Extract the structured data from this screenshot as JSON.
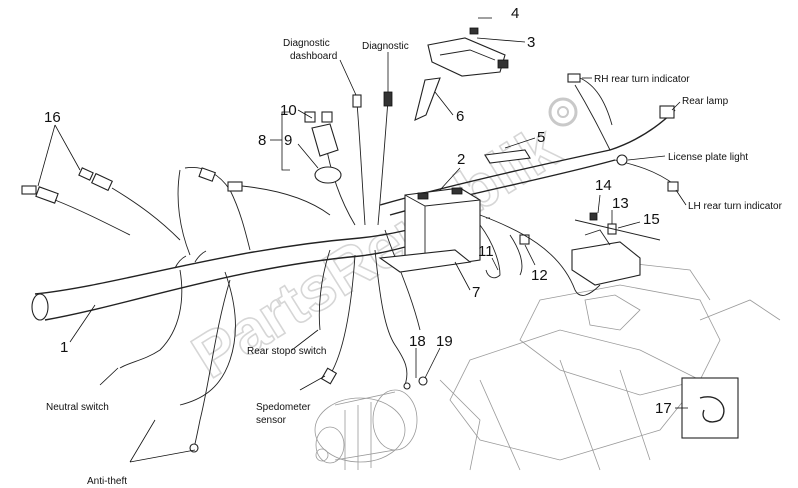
{
  "callouts": {
    "n1": "1",
    "n2": "2",
    "n3": "3",
    "n4": "4",
    "n5": "5",
    "n6": "6",
    "n7": "7",
    "n8": "8",
    "n9": "9",
    "n10": "10",
    "n11": "11",
    "n12": "12",
    "n13": "13",
    "n14": "14",
    "n15": "15",
    "n16": "16",
    "n17": "17",
    "n18": "18",
    "n19": "19"
  },
  "labels": {
    "diag_dash_1": "Diagnostic",
    "diag_dash_2": "dashboard",
    "diagnostic": "Diagnostic",
    "rh_turn": "RH rear turn indicator",
    "rear_lamp": "Rear lamp",
    "license": "License plate light",
    "lh_turn": "LH rear turn indicator",
    "rear_stop": "Rear stopo switch",
    "neutral": "Neutral switch",
    "speedo_1": "Spedometer",
    "speedo_2": "sensor",
    "anti_theft": "Anti-theft"
  },
  "watermark": "PartsRepublik"
}
